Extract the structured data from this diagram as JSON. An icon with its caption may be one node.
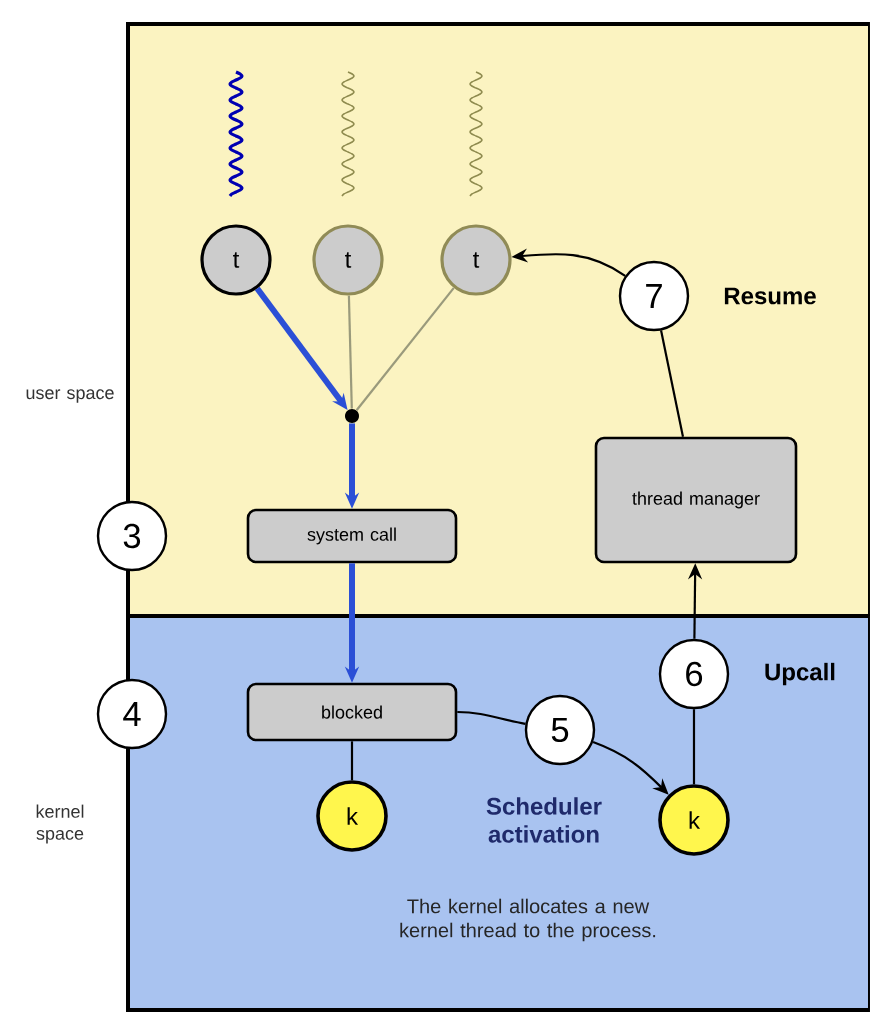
{
  "diagram": {
    "nodes": [
      {
        "text": [
          "user space"
        ]
      },
      {
        "text": [
          "t"
        ],
        "in": 0
      },
      {
        "text": [
          "t"
        ],
        "in": 0
      },
      {
        "text": [
          "t"
        ],
        "in": 0
      },
      {
        "text": [],
        "shape": "circle",
        "in": 0
      },
      {
        "text": [
          "system call"
        ],
        "in": 0
      },
      {
        "text": [
          "thread manager"
        ],
        "in": 0
      },
      {
        "text": [
          "7"
        ],
        "in": 0,
        "beside": [
          "Resume"
        ]
      },
      {
        "text": [
          "3"
        ]
      },
      {
        "text": [
          "kernel space"
        ]
      },
      {
        "text": [
          "4"
        ]
      },
      {
        "text": [
          "blocked"
        ],
        "in": 9
      },
      {
        "text": [
          "k"
        ],
        "in": 9
      },
      {
        "text": [
          "5"
        ],
        "in": 9
      },
      {
        "text": [
          "k"
        ],
        "in": 9
      },
      {
        "text": [
          "6"
        ],
        "in": 9,
        "beside": [
          "Upcall"
        ]
      }
    ],
    "edges": [
      {
        "from": 1,
        "to": 4,
        "arrow": "to",
        "style": "thick",
        "color": "#2b4fd6"
      },
      {
        "from": 2,
        "to": 4,
        "arrow": "none",
        "color": "#9a9a7c"
      },
      {
        "from": 3,
        "to": 4,
        "arrow": "none",
        "color": "#9a9a7c"
      },
      {
        "from": 4,
        "to": 5,
        "arrow": "to",
        "style": "thick",
        "color": "#2b4fd6"
      },
      {
        "from": 5,
        "to": 11,
        "arrow": "to",
        "style": "thick",
        "color": "#2b4fd6"
      },
      {
        "from": 11,
        "to": 12,
        "arrow": "none"
      },
      {
        "from": 11,
        "to": 13,
        "arrow": "none"
      },
      {
        "from": 13,
        "to": 14,
        "arrow": "to"
      },
      {
        "from": 14,
        "to": 15,
        "arrow": "none"
      },
      {
        "from": 15,
        "to": 6,
        "arrow": "to"
      },
      {
        "from": 6,
        "to": 7,
        "arrow": "none"
      },
      {
        "from": 7,
        "to": 3,
        "arrow": "to"
      }
    ],
    "labels": [
      "Scheduler activation",
      "The kernel allocates a new kernel thread to the process."
    ]
  }
}
